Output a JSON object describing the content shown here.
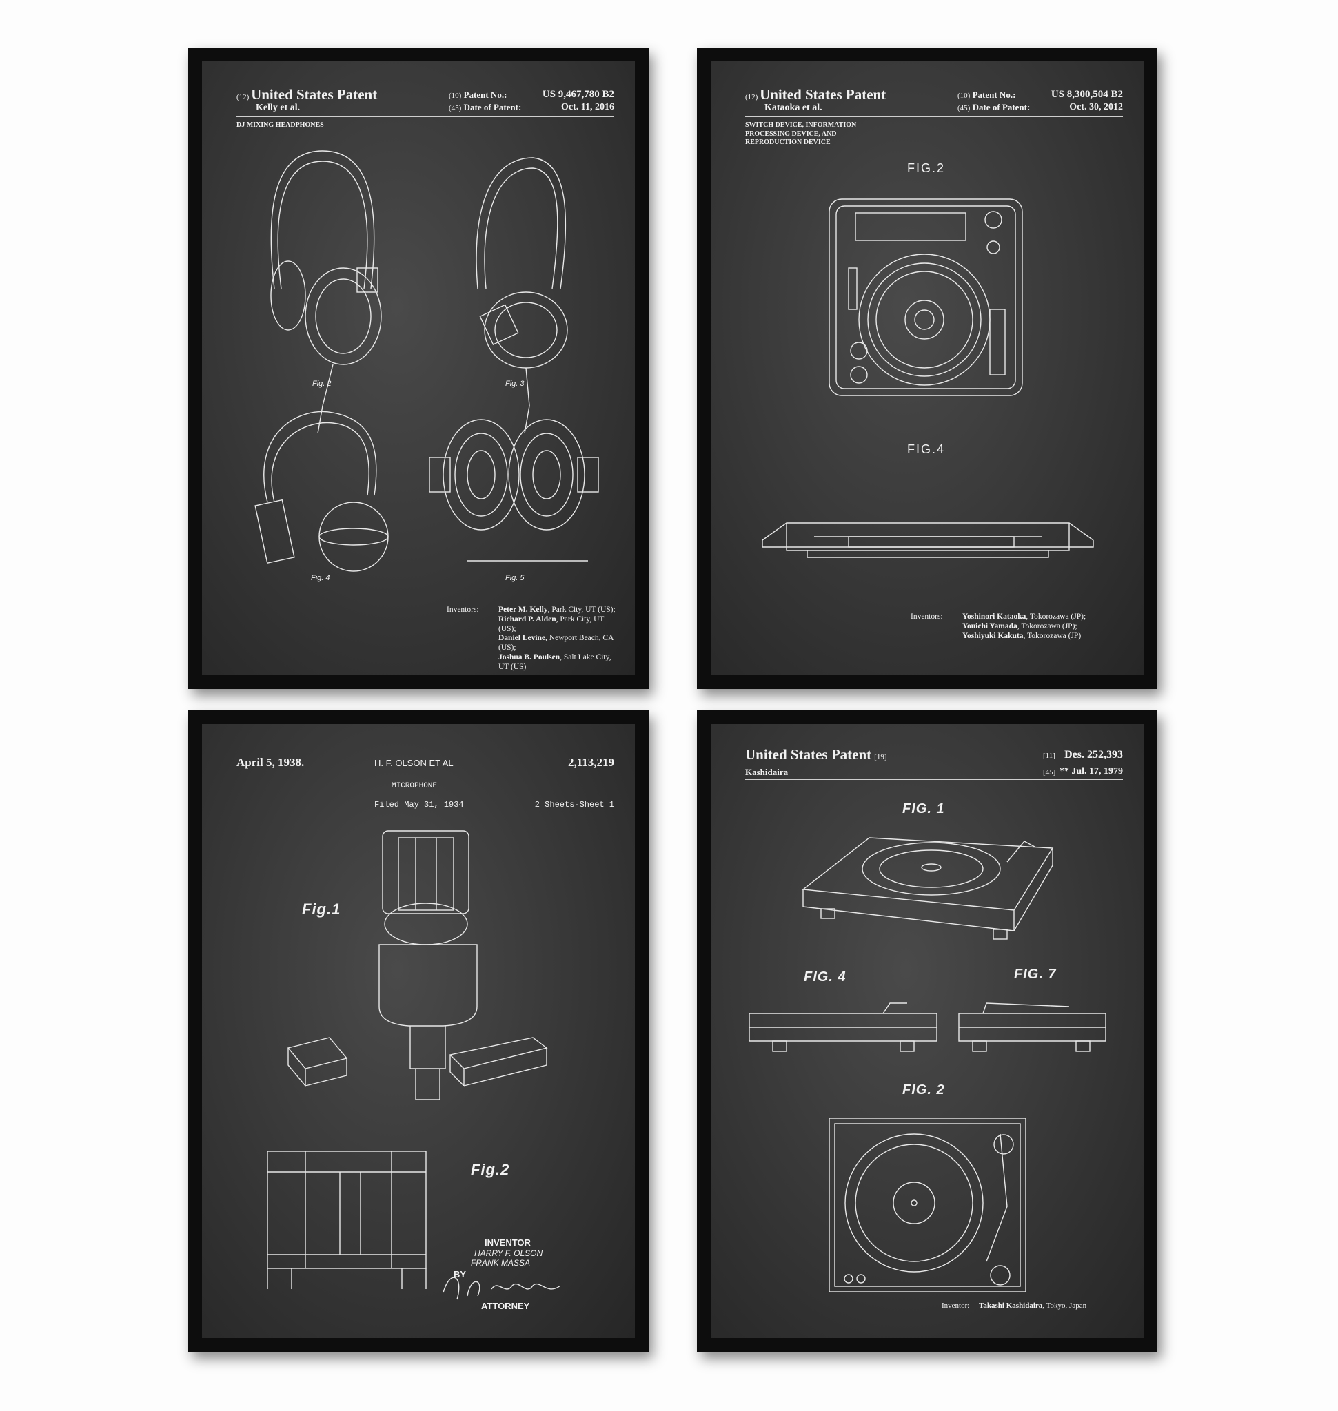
{
  "posters": [
    {
      "header": {
        "code12": "(12)",
        "title": "United States Patent",
        "author": "Kelly et al.",
        "code10": "(10)",
        "patent_no_label": "Patent No.:",
        "patent_no": "US 9,467,780 B2",
        "code45": "(45)",
        "date_label": "Date of Patent:",
        "date": "Oct. 11, 2016"
      },
      "subject": "DJ MIXING HEADPHONES",
      "figures": [
        "Fig. 2",
        "Fig. 3",
        "Fig. 4",
        "Fig. 5"
      ],
      "inventors_label": "Inventors:",
      "inventors": [
        {
          "name": "Peter M. Kelly",
          "place": ", Park City, UT (US);"
        },
        {
          "name": "Richard P. Alden",
          "place": ", Park City, UT (US);"
        },
        {
          "name": "Daniel Levine",
          "place": ", Newport Beach, CA (US);"
        },
        {
          "name": "Joshua B. Poulsen",
          "place": ", Salt Lake City, UT (US)"
        }
      ]
    },
    {
      "header": {
        "code12": "(12)",
        "title": "United States Patent",
        "author": "Kataoka et al.",
        "code10": "(10)",
        "patent_no_label": "Patent No.:",
        "patent_no": "US 8,300,504 B2",
        "code45": "(45)",
        "date_label": "Date of Patent:",
        "date": "Oct. 30, 2012"
      },
      "subject_lines": [
        "SWITCH DEVICE, INFORMATION",
        "PROCESSING DEVICE, AND",
        "REPRODUCTION DEVICE"
      ],
      "figures": [
        "FIG.2",
        "FIG.4"
      ],
      "inventors_label": "Inventors:",
      "inventors": [
        {
          "name": "Yoshinori Kataoka",
          "place": ", Tokorozawa (JP);"
        },
        {
          "name": "Youichi Yamada",
          "place": ", Tokorozawa (JP);"
        },
        {
          "name": "Yoshiyuki Kakuta",
          "place": ", Tokorozawa (JP)"
        }
      ]
    },
    {
      "header": {
        "date": "April 5, 1938.",
        "author": "H. F. OLSON ET AL",
        "patent_no": "2,113,219",
        "subject": "MICROPHONE",
        "filed": "Filed May 31, 1934",
        "sheets": "2 Sheets-Sheet 1"
      },
      "figures": [
        "Fig.1",
        "Fig.2"
      ],
      "inventor_label": "INVENTOR",
      "inventors": [
        "HARRY F. OLSON",
        "FRANK MASSA"
      ],
      "by_label": "BY",
      "signature": "H. S. Grover",
      "attorney_label": "ATTORNEY"
    },
    {
      "header": {
        "title": "United States Patent",
        "code19": "[19]",
        "author": "Kashidaira",
        "code11": "[11]",
        "patent_no": "Des. 252,393",
        "code45": "[45]",
        "date": "** Jul. 17, 1979"
      },
      "figures": [
        "FIG. 1",
        "FIG. 4",
        "FIG. 7",
        "FIG. 2"
      ],
      "inventor_label": "Inventor:",
      "inventor_name": "Takashi Kashidaira",
      "inventor_place": ", Tokyo, Japan"
    }
  ]
}
